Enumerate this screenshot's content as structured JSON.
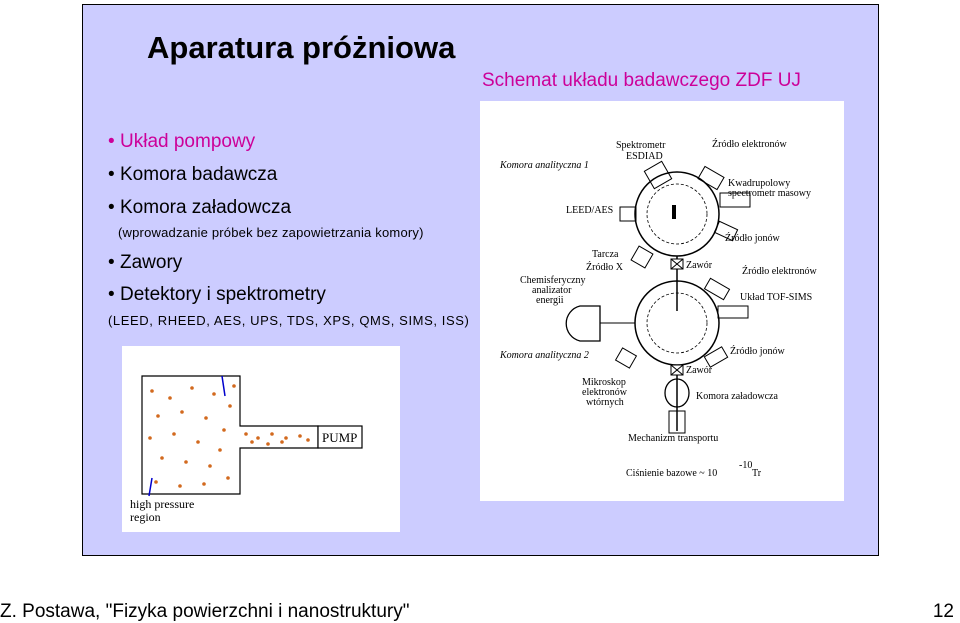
{
  "slide": {
    "title": "Aparatura próżniowa",
    "subtitle": "Schemat układu badawczego ZDF UJ",
    "bullets": [
      {
        "text": "Układ pompowy",
        "color": "#cc0099"
      },
      {
        "text": "Komora badawcza",
        "color": "#000000"
      },
      {
        "text": "Komora załadowcza",
        "color": "#000000"
      }
    ],
    "sub_note": "(wprowadzanie próbek bez zapowietrzania komory)",
    "bullets2": [
      {
        "text": "Zawory"
      },
      {
        "text": "Detektory i spektrometry"
      }
    ],
    "detectors_list": "(LEED, RHEED, AES, UPS, TDS, XPS, QMS, SIMS, ISS)"
  },
  "diagram": {
    "chamber1": "Komora analityczna 1",
    "chamber2": "Komora analityczna 2",
    "esdiad_1": "Spektrometr",
    "esdiad_2": "ESDIAD",
    "electron_source_1": "Źródło elektronów",
    "quadrupole_1": "Kwadrupolowy",
    "quadrupole_2": "spectrometr masowy",
    "leed": "LEED/AES",
    "ion_source_1": "Źródło jonów",
    "target_1": "Tarcza",
    "target_2": "Źródło X",
    "valve_1": "Zawór",
    "electron_source_2": "Źródło elektronów",
    "chem_1": "Chemisferyczny",
    "chem_2": "analizator",
    "chem_3": "energii",
    "tof": "Układ TOF-SIMS",
    "ion_source_2": "Źródło jonów",
    "valve_2": "Zawór",
    "micro_1": "Mikroskop",
    "micro_2": "elektronów",
    "micro_3": "wtórnych",
    "loadlock": "Komora załadowcza",
    "transport": "Mechanizm transportu",
    "pressure_text": "Ciśnienie bazowe ~ 10",
    "pressure_exp": "-10",
    "pressure_unit": "Tr"
  },
  "pump_figure": {
    "pump_label": "PUMP",
    "region_1": "high pressure",
    "region_2": "region",
    "dot_color": "#d2691e"
  },
  "footer": {
    "left": "Z. Postawa, \"Fizyka powierzchni i nanostruktury\"",
    "right": "12"
  }
}
